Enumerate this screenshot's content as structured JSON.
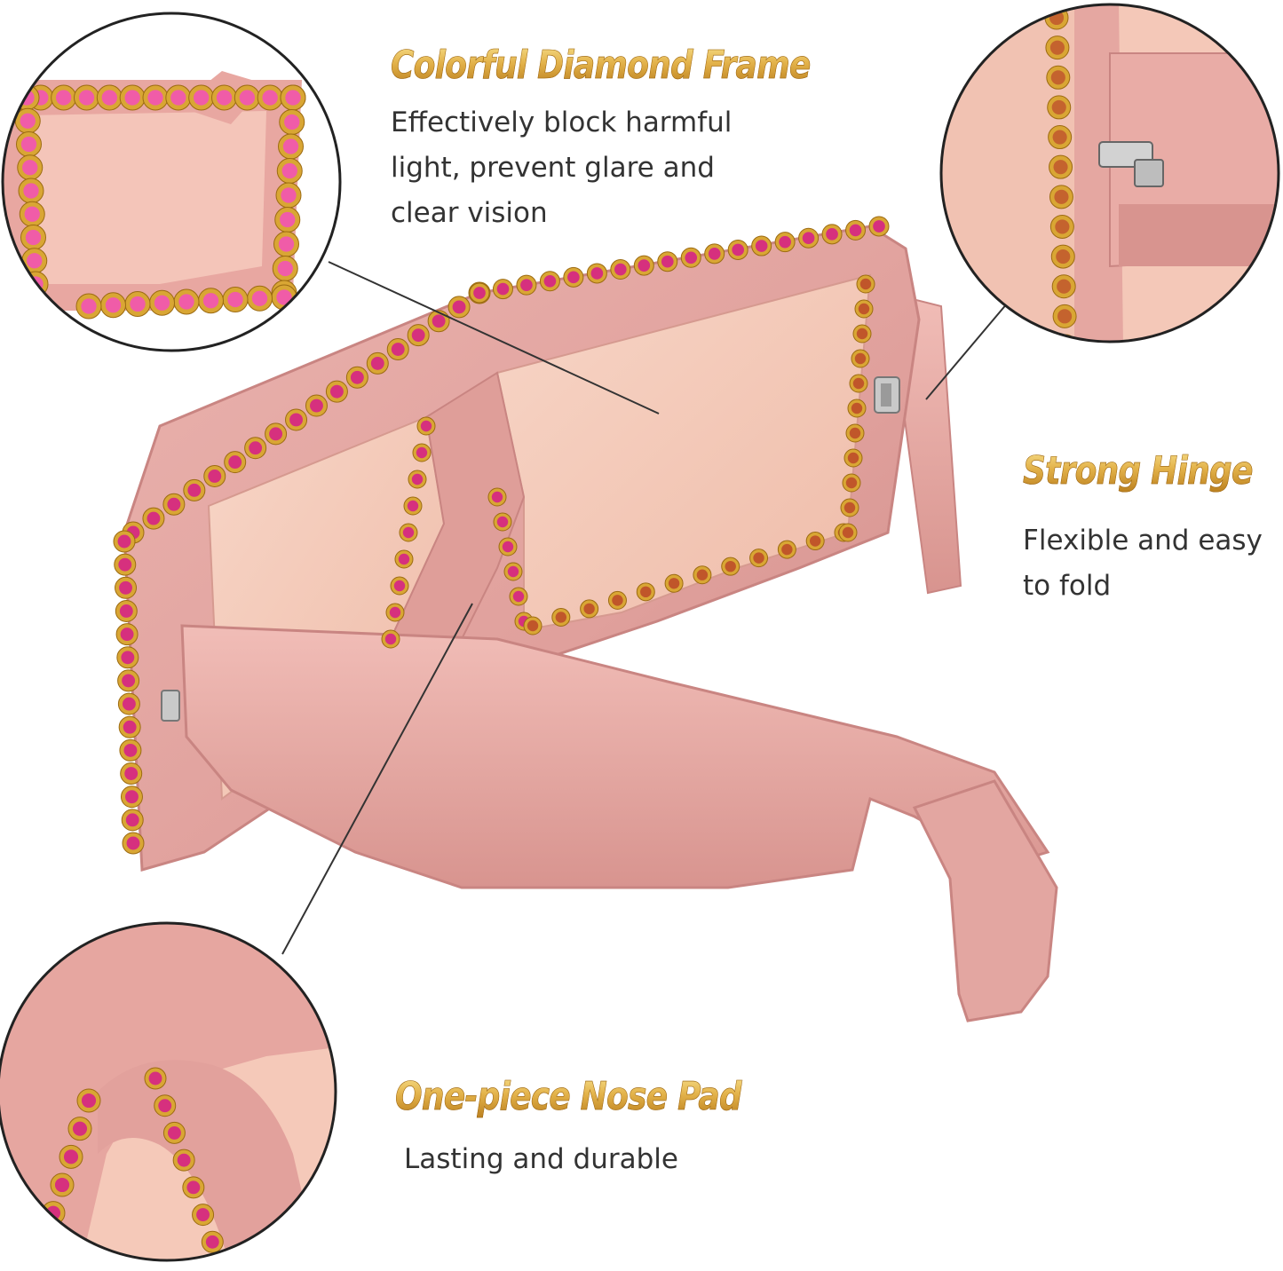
{
  "colors": {
    "frame": "#e4a3a0",
    "frame_dark": "#c98582",
    "lens": "#f3c6b5",
    "gold": "#d9a634",
    "gem": "#d6307e",
    "gem_light": "#f05ca8",
    "title_gold": "#d9a634",
    "text": "#333333"
  },
  "features": {
    "diamond_frame": {
      "title": "Colorful Diamond Frame",
      "desc_lines": [
        "Effectively block harmful",
        "light, prevent glare and",
        "clear vision"
      ]
    },
    "hinge": {
      "title": "Strong Hinge",
      "desc_lines": [
        "Flexible and easy",
        "to fold"
      ]
    },
    "nose_pad": {
      "title": "One-piece Nose Pad",
      "desc_lines": [
        "Lasting and durable"
      ]
    }
  },
  "icons": {
    "hinge": "hinge-icon",
    "gem": "rhinestone-icon"
  }
}
